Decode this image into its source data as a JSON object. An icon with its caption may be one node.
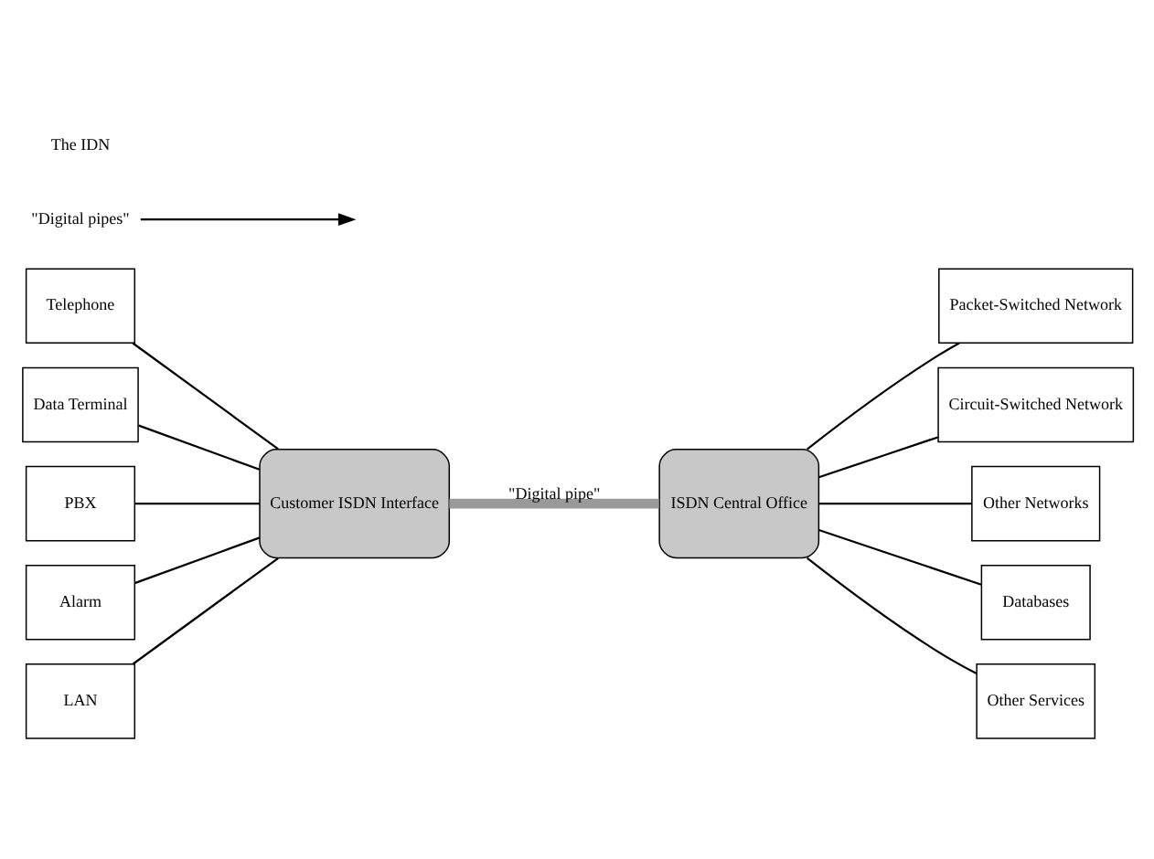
{
  "diagram": {
    "nodes": [
      {
        "text": [
          "Telephone"
        ]
      },
      {
        "text": [
          "Data Terminal"
        ]
      },
      {
        "text": [
          "PBX"
        ]
      },
      {
        "text": [
          "Alarm"
        ]
      },
      {
        "text": [
          "LAN"
        ]
      },
      {
        "text": [
          "Customer ISDN Interface"
        ]
      },
      {
        "text": [
          "ISDN Central Office"
        ]
      },
      {
        "text": [
          "Packet-Switched Network"
        ]
      },
      {
        "text": [
          "Circuit-Switched Network"
        ]
      },
      {
        "text": [
          "Other Networks"
        ]
      },
      {
        "text": [
          "Databases"
        ]
      },
      {
        "text": [
          "Other Services"
        ]
      },
      {
        "text": [
          "\"Digital pipes\""
        ]
      }
    ],
    "edges": [
      {
        "from": 0,
        "to": 5,
        "arrow": "none"
      },
      {
        "from": 1,
        "to": 5,
        "arrow": "none"
      },
      {
        "from": 2,
        "to": 5,
        "arrow": "none"
      },
      {
        "from": 3,
        "to": 5,
        "arrow": "none"
      },
      {
        "from": 4,
        "to": 5,
        "arrow": "none"
      },
      {
        "from": 5,
        "to": 6,
        "arrow": "none",
        "label": "\"Digital pipe\"",
        "style": "thick",
        "color": "#999999"
      },
      {
        "from": 6,
        "to": 7,
        "arrow": "none"
      },
      {
        "from": 6,
        "to": 8,
        "arrow": "none"
      },
      {
        "from": 6,
        "to": 9,
        "arrow": "none"
      },
      {
        "from": 6,
        "to": 10,
        "arrow": "none"
      },
      {
        "from": 6,
        "to": 11,
        "arrow": "none"
      },
      {
        "from": 12,
        "to": null,
        "arrow": "to"
      }
    ],
    "labels": [
      "The IDN"
    ]
  }
}
